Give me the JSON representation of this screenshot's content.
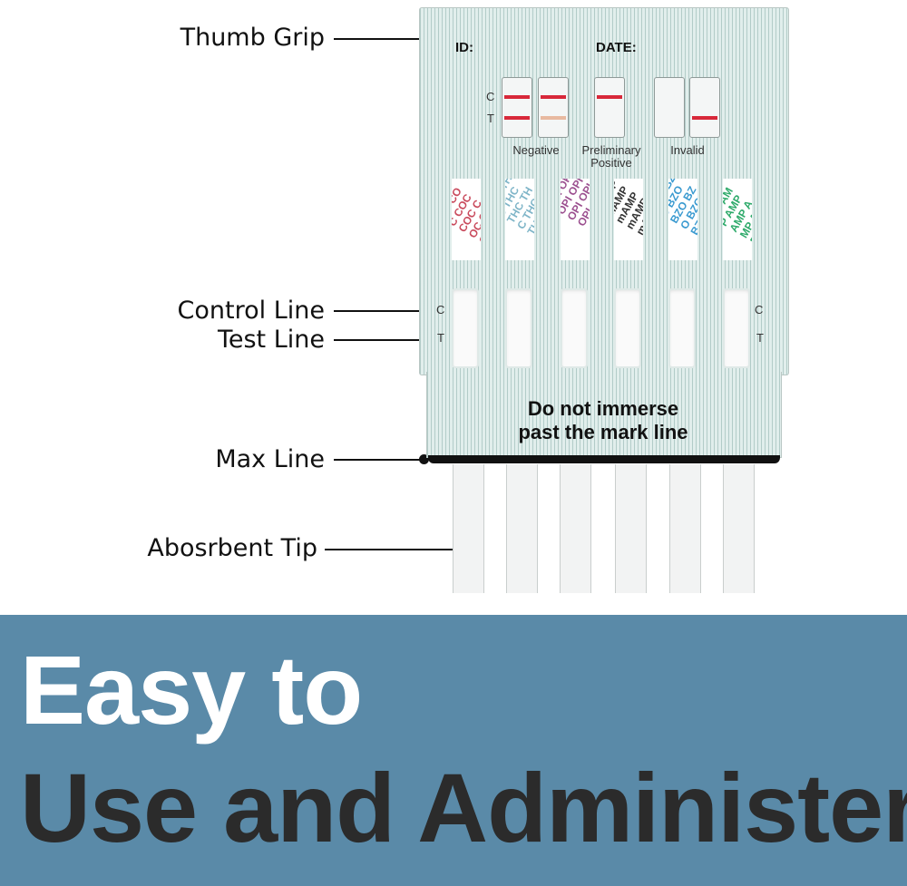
{
  "callouts": {
    "thumb_grip": "Thumb Grip",
    "control_line": "Control Line",
    "test_line": "Test Line",
    "max_line": "Max Line",
    "absorbent_tip": "Abosrbent Tip"
  },
  "card": {
    "id_label": "ID:",
    "date_label": "DATE:",
    "legend_c": "C",
    "legend_t": "T",
    "result_negative": "Negative",
    "result_preliminary": "Preliminary",
    "result_positive": "Positive",
    "result_invalid": "Invalid",
    "pads": [
      {
        "text": "COC COC COC COC COC COC COC",
        "color": "#c94a5c"
      },
      {
        "text": "THC THC THC THC THC THC THC",
        "color": "#7fb5c8"
      },
      {
        "text": "OPI OPI OPI OPI OPI OPI OPI",
        "color": "#9b4f8f"
      },
      {
        "text": "mAMP mAMP mAMP mAMP mAMP",
        "color": "#333333"
      },
      {
        "text": "BZO BZO BZO BZO BZO BZO BZO",
        "color": "#3a9ad0"
      },
      {
        "text": "AMP AMP AMP AMP AMP AMP AMP",
        "color": "#2eaa6a"
      }
    ],
    "window_c_left": "C",
    "window_t_left": "T",
    "window_c_right": "C",
    "window_t_right": "T",
    "warning_line1": "Do not immerse",
    "warning_line2": "past the mark line"
  },
  "banner": {
    "line1": "Easy to",
    "line2_part1": "Use and",
    "line2_part2": "Administer"
  },
  "colors": {
    "banner_bg": "#5a8aa8",
    "banner_text_white": "#ffffff",
    "banner_text_dark": "#2b2b2b",
    "control_band": "#d8283a",
    "faint_test_band": "#e8b9a0"
  }
}
